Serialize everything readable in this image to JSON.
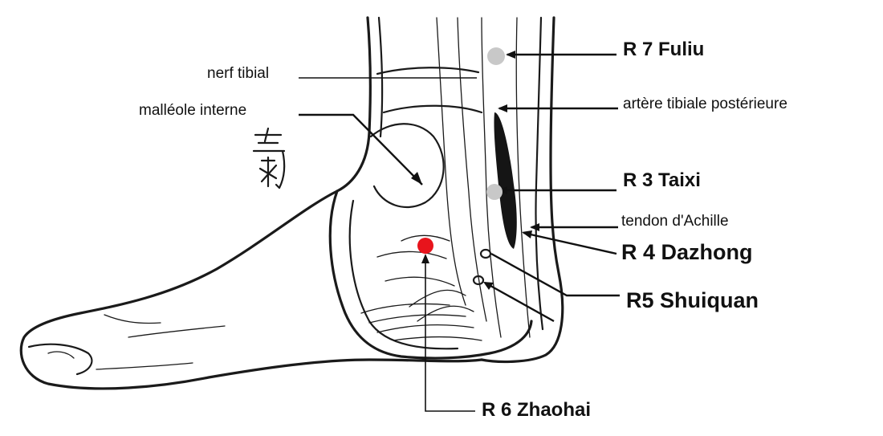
{
  "labels": {
    "nerf_tibial": "nerf tibial",
    "malleole_interne": "malléole interne",
    "artere_tibiale": "artère tibiale postérieure",
    "tendon_achille": "tendon d'Achille",
    "r7": "R 7 Fuliu",
    "r3": "R 3 Taixi",
    "r4": "R 4 Dazhong",
    "r5": "R5 Shuiquan",
    "r6": "R 6 Zhaohai"
  },
  "colors": {
    "ink": "#1a1a1a",
    "point_grey": "#c8c8c8",
    "point_red": "#e8141c",
    "background": "#ffffff"
  },
  "icons": {
    "qi_glyph": "qi-calligraphy-icon"
  }
}
